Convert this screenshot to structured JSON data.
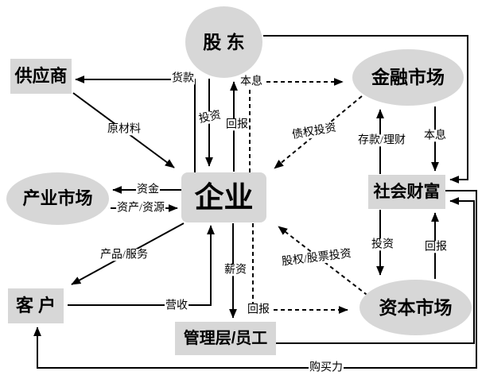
{
  "colors": {
    "node_fill": "#d7d7d7",
    "line": "#000000",
    "text": "#000000",
    "background": "#ffffff"
  },
  "nodes": {
    "shareholders": {
      "label": "股 东",
      "shape": "ellipse"
    },
    "suppliers": {
      "label": "供应商",
      "shape": "rect"
    },
    "financial_market": {
      "label": "金融市场",
      "shape": "ellipse"
    },
    "industry_market": {
      "label": "产业市场",
      "shape": "ellipse"
    },
    "enterprise": {
      "label": "企业",
      "shape": "rounded-rect"
    },
    "social_wealth": {
      "label": "社会财富",
      "shape": "rect"
    },
    "customers": {
      "label": "客 户",
      "shape": "rect"
    },
    "management_employees": {
      "label": "管理层/员工",
      "shape": "rect"
    },
    "capital_market": {
      "label": "资本市场",
      "shape": "ellipse"
    }
  },
  "edges": {
    "payment_goods": {
      "label": "货款",
      "from": "enterprise",
      "to": "suppliers",
      "style": "solid"
    },
    "raw_materials": {
      "label": "原材料",
      "from": "suppliers",
      "to": "enterprise",
      "style": "solid"
    },
    "invest_shareholder": {
      "label": "投资",
      "from": "shareholders",
      "to": "enterprise",
      "style": "solid"
    },
    "return_shareholder": {
      "label": "回报",
      "from": "enterprise",
      "to": "shareholders",
      "style": "solid"
    },
    "principal_interest_top": {
      "label": "本息",
      "from": "enterprise",
      "to": "financial_market",
      "style": "dashed"
    },
    "debt_investment": {
      "label": "债权投资",
      "from": "financial_market",
      "to": "enterprise",
      "style": "dashed"
    },
    "deposit_wealth": {
      "label": "存款/理财",
      "from": "social_wealth",
      "to": "financial_market",
      "style": "solid"
    },
    "principal_interest_right": {
      "label": "本息",
      "from": "financial_market",
      "to": "social_wealth",
      "style": "solid"
    },
    "funds": {
      "label": "资金",
      "from": "enterprise",
      "to": "industry_market",
      "style": "solid"
    },
    "assets_resources": {
      "label": "资产/资源",
      "from": "industry_market",
      "to": "enterprise",
      "style": "solid"
    },
    "products_services": {
      "label": "产品/服务",
      "from": "enterprise",
      "to": "customers",
      "style": "solid"
    },
    "revenue": {
      "label": "营收",
      "from": "customers",
      "to": "enterprise",
      "style": "solid"
    },
    "salary": {
      "label": "薪资",
      "from": "enterprise",
      "to": "management_employees",
      "style": "solid"
    },
    "return_capital": {
      "label": "回报",
      "from": "enterprise",
      "to": "capital_market",
      "style": "dashed"
    },
    "equity_stock_investment": {
      "label": "股权/股票投资",
      "from": "capital_market",
      "to": "enterprise",
      "style": "dashed"
    },
    "invest_social": {
      "label": "投资",
      "from": "social_wealth",
      "to": "capital_market",
      "style": "solid"
    },
    "return_social": {
      "label": "回报",
      "from": "capital_market",
      "to": "social_wealth",
      "style": "solid"
    },
    "shareholder_to_social": {
      "label": "",
      "from": "shareholders",
      "to": "social_wealth",
      "style": "solid"
    },
    "employees_to_social": {
      "label": "",
      "from": "management_employees",
      "to": "social_wealth",
      "style": "solid"
    },
    "purchasing_power": {
      "label": "购买力",
      "from": "social_wealth",
      "to": "customers",
      "style": "solid"
    }
  }
}
